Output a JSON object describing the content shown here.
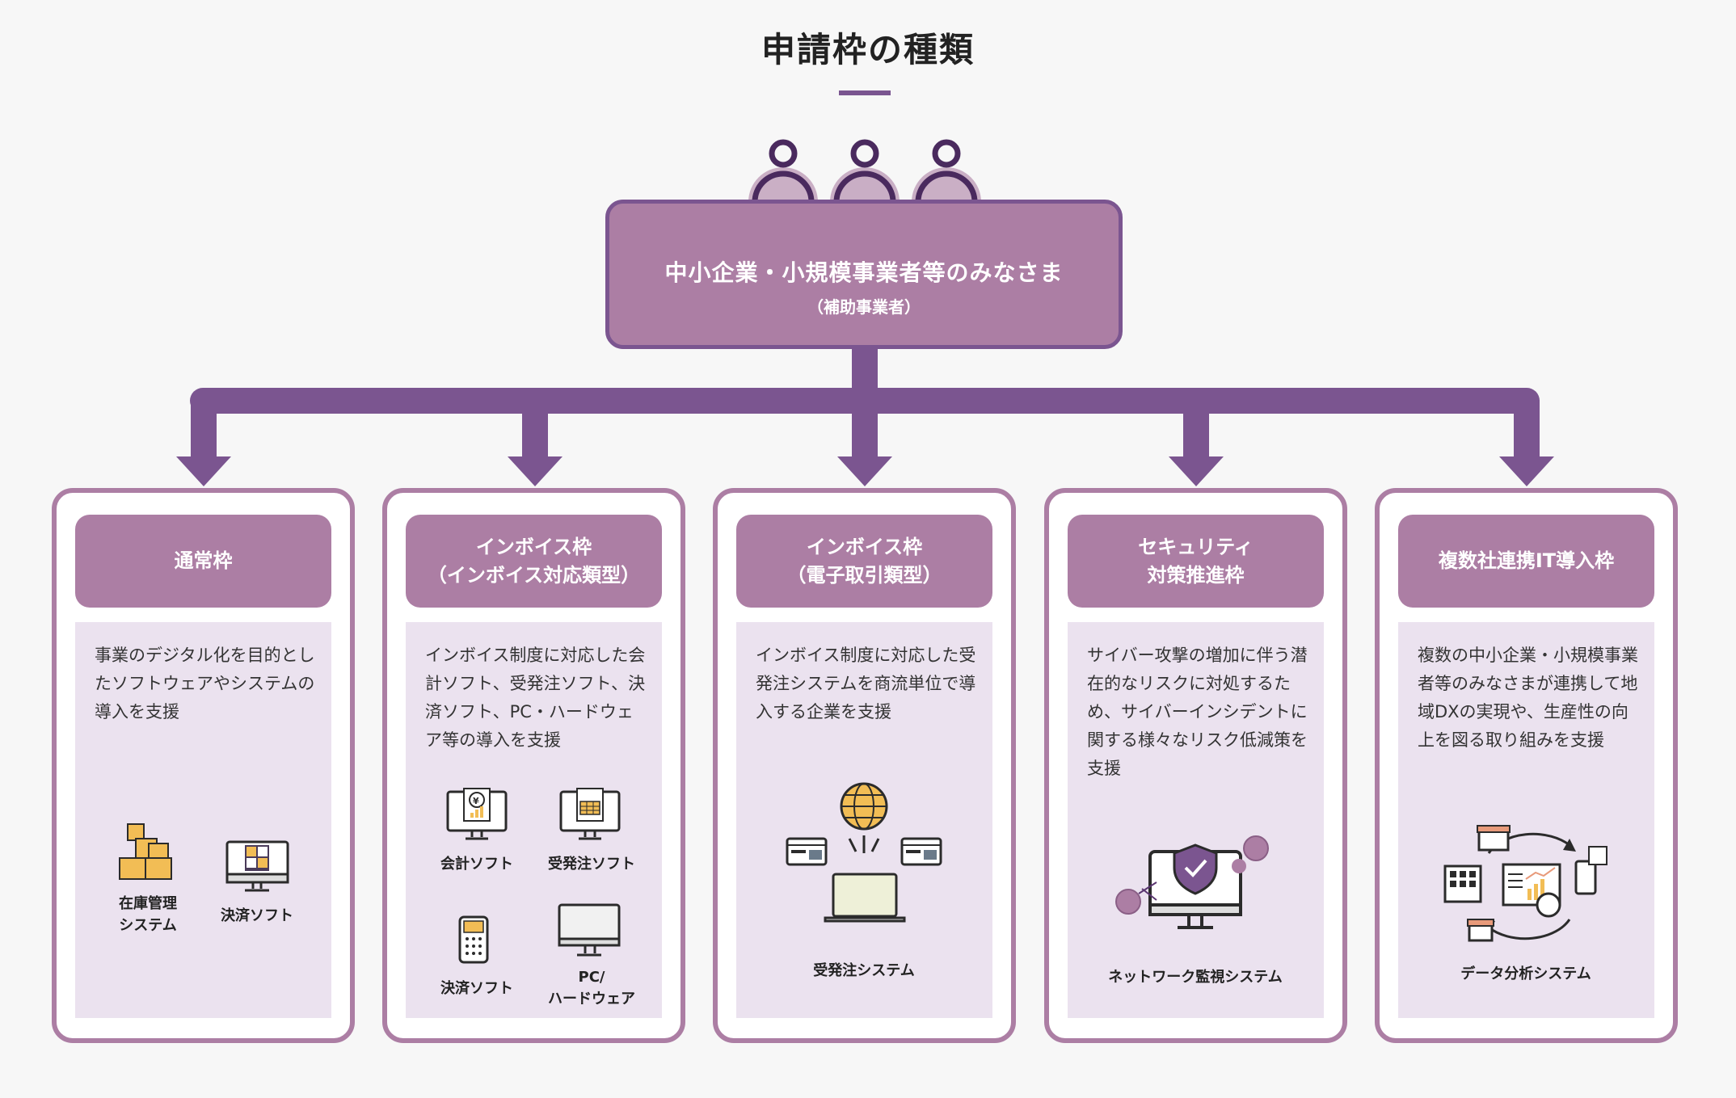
{
  "title": "申請枠の種類",
  "top_box": {
    "main": "中小企業・小規模事業者等のみなさま",
    "sub": "（補助事業者）"
  },
  "colors": {
    "accent": "#7b5590",
    "header": "#ac7ea4",
    "panel": "#ebe2ef"
  },
  "cards": [
    {
      "header": "通常枠",
      "description": "事業のデジタル化を目的としたソフトウェアやシステムの導入を支援",
      "icons": [
        {
          "name": "boxes-icon",
          "label": "在庫管理\nシステム"
        },
        {
          "name": "calculator-monitor-icon",
          "label": "決済ソフト"
        }
      ]
    },
    {
      "header": "インボイス枠\n（インボイス対応類型）",
      "description": "インボイス制度に対応した会計ソフト、受発注ソフト、決済ソフト、PC・ハードウェア等の導入を支援",
      "icons": [
        {
          "name": "yen-monitor-icon",
          "label": "会計ソフト"
        },
        {
          "name": "cart-monitor-icon",
          "label": "受発注ソフト"
        },
        {
          "name": "payment-terminal-icon",
          "label": "決済ソフト"
        },
        {
          "name": "pc-monitor-icon",
          "label": "PC/\nハードウェア"
        }
      ]
    },
    {
      "header": "インボイス枠\n（電子取引類型）",
      "description": "インボイス制度に対応した受発注システムを商流単位で導入する企業を支援",
      "icons": [
        {
          "name": "globe-laptop-icon",
          "label": "受発注システム"
        }
      ]
    },
    {
      "header": "セキュリティ\n対策推進枠",
      "description": "サイバー攻撃の増加に伴う潜在的なリスクに対処するため、サイバーインシデントに関する様々なリスク低減策を支援",
      "icons": [
        {
          "name": "shield-monitor-icon",
          "label": "ネットワーク監視システム"
        }
      ]
    },
    {
      "header": "複数社連携IT導入枠",
      "description": "複数の中小企業・小規模事業者等のみなさまが連携して地域DXの実現や、生産性の向上を図る取り組みを支援",
      "icons": [
        {
          "name": "data-analysis-icon",
          "label": "データ分析システム"
        }
      ]
    }
  ]
}
